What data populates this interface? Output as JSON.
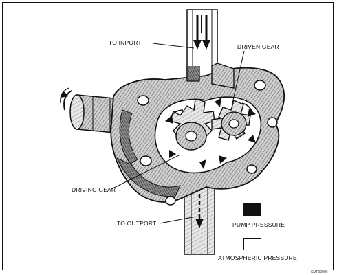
{
  "labels": {
    "to_inport": "TO INPORT",
    "driven_gear": "DRIVEN GEAR",
    "driving_gear": "DRIVING GEAR",
    "to_outport": "TO OUTPORT"
  },
  "legend": {
    "pump_pressure": "PUMP PRESSURE",
    "atmospheric_pressure": "ATMOSPHERIC PRESSURE"
  },
  "figure_code": "SMF00000"
}
